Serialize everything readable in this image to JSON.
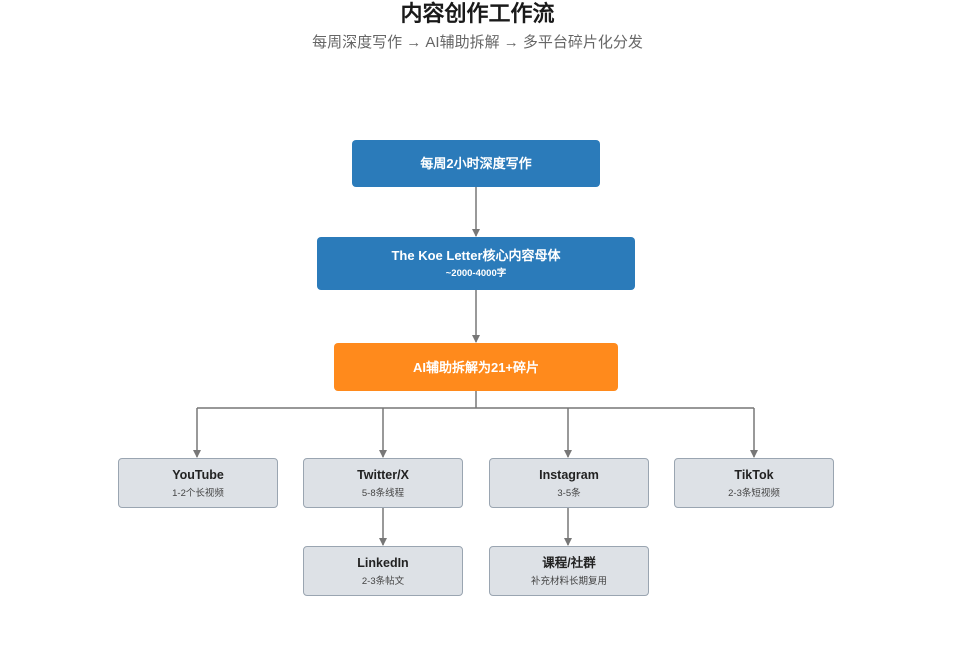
{
  "header": {
    "title": "内容创作工作流",
    "subtitle": "每周深度写作 → AI辅助拆解 → 多平台碎片化分发"
  },
  "nodes": {
    "writing": {
      "label": "每周2小时深度写作"
    },
    "mother": {
      "label": "The Koe Letter核心内容母体",
      "sub": "~2000-4000字"
    },
    "ai": {
      "label": "AI辅助拆解为21+碎片"
    },
    "youtube": {
      "label": "YouTube",
      "sub": "1-2个长视频"
    },
    "twitter": {
      "label": "Twitter/X",
      "sub": "5-8条线程"
    },
    "instagram": {
      "label": "Instagram",
      "sub": "3-5条"
    },
    "tiktok": {
      "label": "TikTok",
      "sub": "2-3条短视频"
    },
    "linkedin": {
      "label": "LinkedIn",
      "sub": "2-3条帖文"
    },
    "course": {
      "label": "课程/社群",
      "sub": "补充材料长期复用"
    }
  },
  "colors": {
    "primary": "#2b7bba",
    "accent": "#ff8a1c",
    "platform_fill": "#dde1e6",
    "platform_border": "#9aa5b1",
    "connector": "#777777"
  }
}
